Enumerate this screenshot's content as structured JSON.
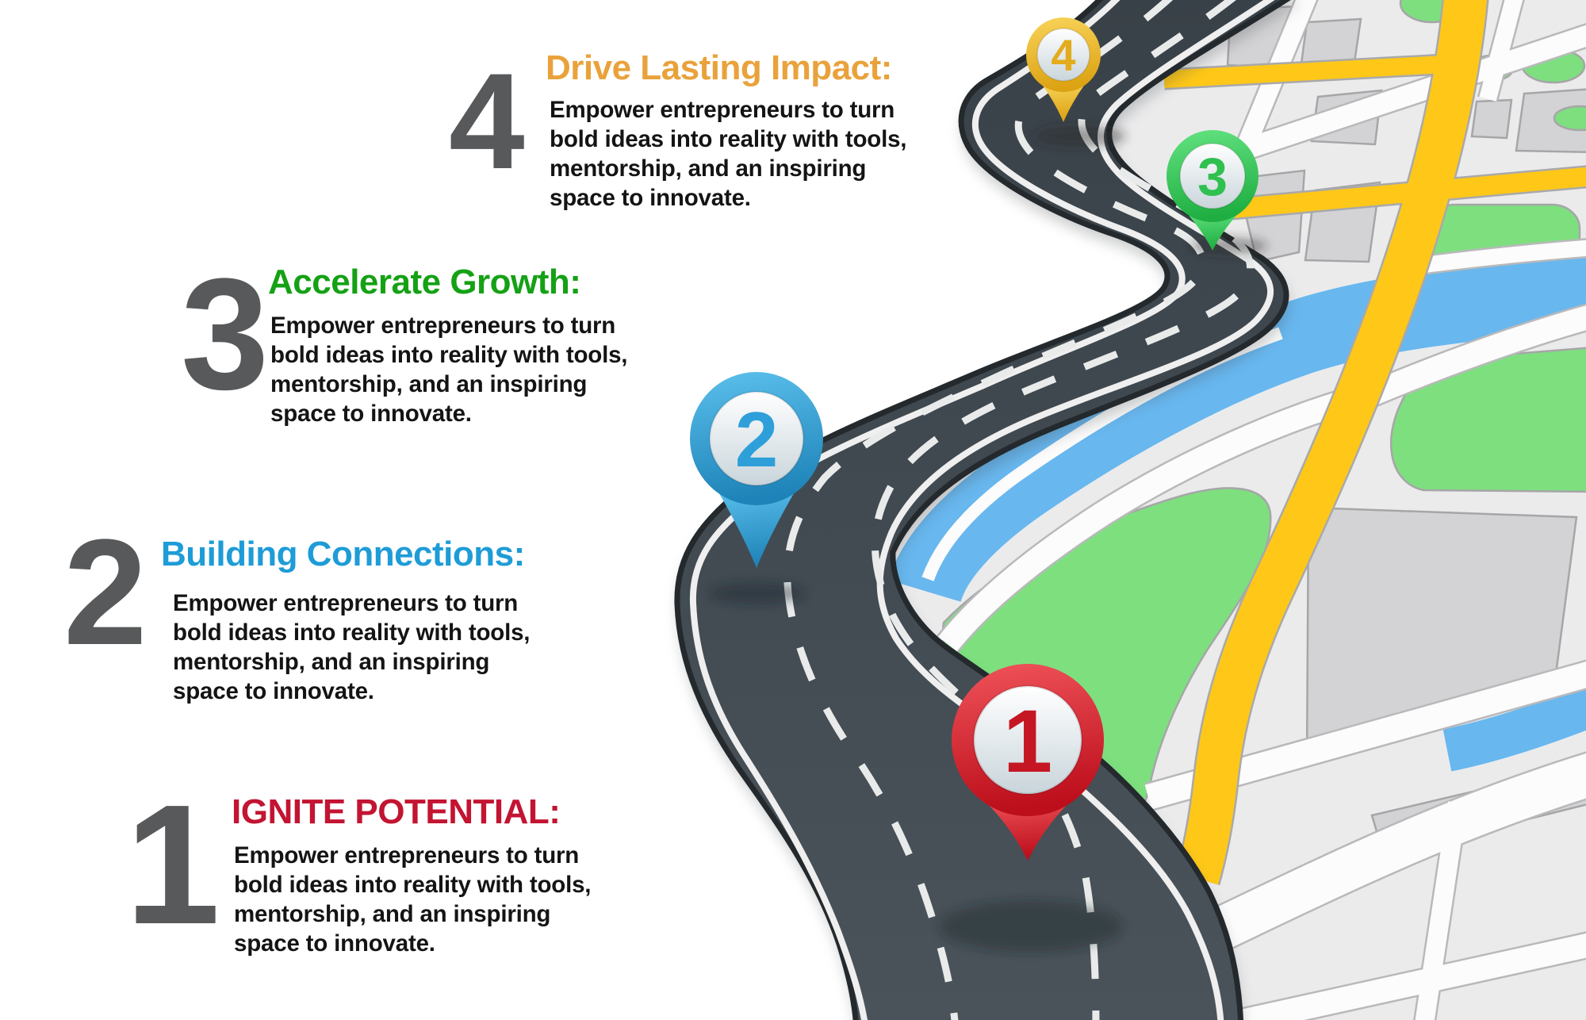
{
  "steps": [
    {
      "number": "1",
      "title": "IGNITE POTENTIAL:",
      "title_color": "#C31432",
      "body_lines": [
        "Empower entrepreneurs to turn",
        "bold ideas into reality with tools,",
        "mentorship, and an inspiring",
        "space to innovate."
      ]
    },
    {
      "number": "2",
      "title": "Building Connections:",
      "title_color": "#1E9CD7",
      "body_lines": [
        "Empower entrepreneurs to turn",
        "bold ideas into reality with tools,",
        "mentorship, and an inspiring",
        "space to innovate."
      ]
    },
    {
      "number": "3",
      "title": "Accelerate Growth:",
      "title_color": "#15A115",
      "body_lines": [
        "Empower entrepreneurs to turn",
        "bold ideas into reality with tools,",
        "mentorship, and an inspiring",
        "space to innovate."
      ]
    },
    {
      "number": "4",
      "title": "Drive Lasting Impact:",
      "title_color": "#E9A23B",
      "body_lines": [
        "Empower entrepreneurs to turn",
        "bold ideas into reality with tools,",
        "mentorship, and an inspiring",
        "space to innovate."
      ]
    }
  ],
  "pins": [
    {
      "label": "1",
      "color": "#C51723"
    },
    {
      "label": "2",
      "color": "#2E9FD9"
    },
    {
      "label": "3",
      "color": "#2FC04F"
    },
    {
      "label": "4",
      "color": "#E3AC1D"
    }
  ],
  "palette": {
    "number_gray": "#58595B",
    "body_text": "#141414",
    "road": "#3F474D",
    "road_border": "#23292C",
    "map_base": "#EBEBEC",
    "map_block": "#D3D3D5",
    "river": "#68B7EF",
    "park": "#7EDF7F",
    "avenue": "#FFC818"
  }
}
